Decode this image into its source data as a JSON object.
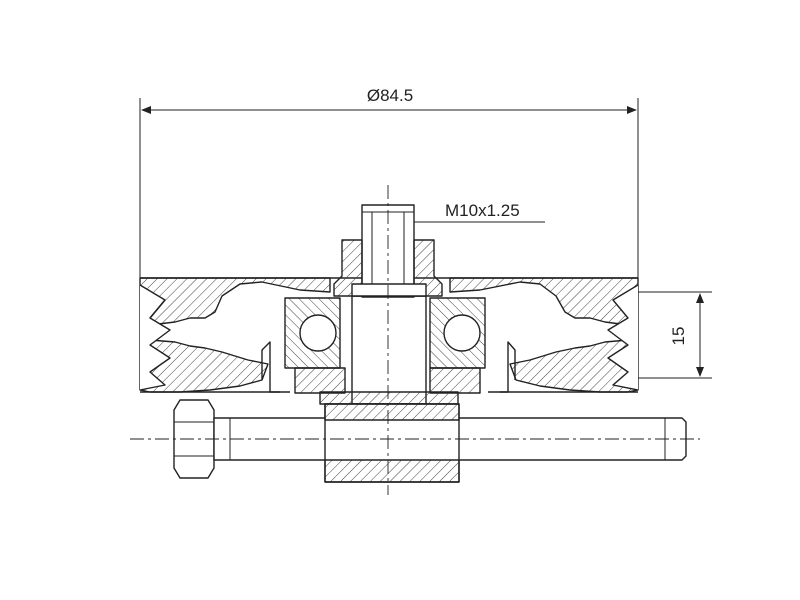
{
  "dimensions": {
    "outer_diameter": "Ø84.5",
    "thread": "M10x1.25",
    "groove_width": "15"
  },
  "colors": {
    "line": "#222222",
    "hatch": "#444444",
    "background": "#ffffff"
  }
}
